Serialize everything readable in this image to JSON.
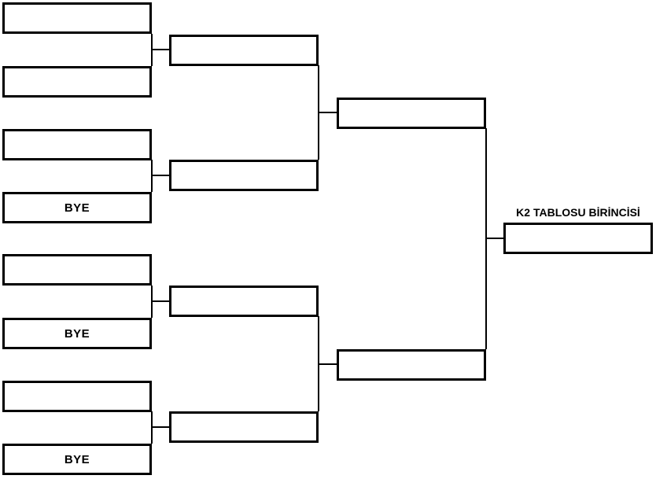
{
  "title": "K2 TABLOSU BİRİNCİSİ",
  "colors": {
    "line": "#000000",
    "background": "#ffffff",
    "text": "#000000"
  },
  "round1": [
    "",
    "",
    "",
    "BYE",
    "",
    "BYE",
    "",
    "BYE"
  ],
  "round2": [
    "",
    "",
    "",
    ""
  ],
  "semifinals": [
    "",
    ""
  ],
  "final": [
    ""
  ]
}
